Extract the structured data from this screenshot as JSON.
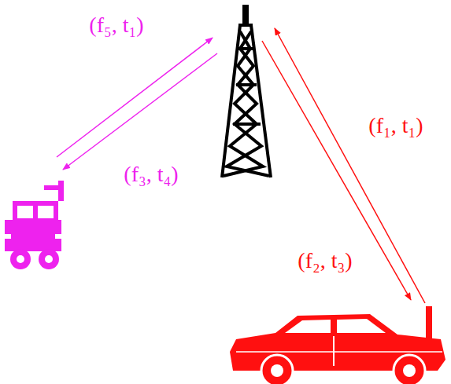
{
  "diagram": {
    "labels": [
      "(f₅, t₁)",
      "(f₁, t₁)",
      "(f₃, t₄)",
      "(f₂, t₃)"
    ]
  }
}
